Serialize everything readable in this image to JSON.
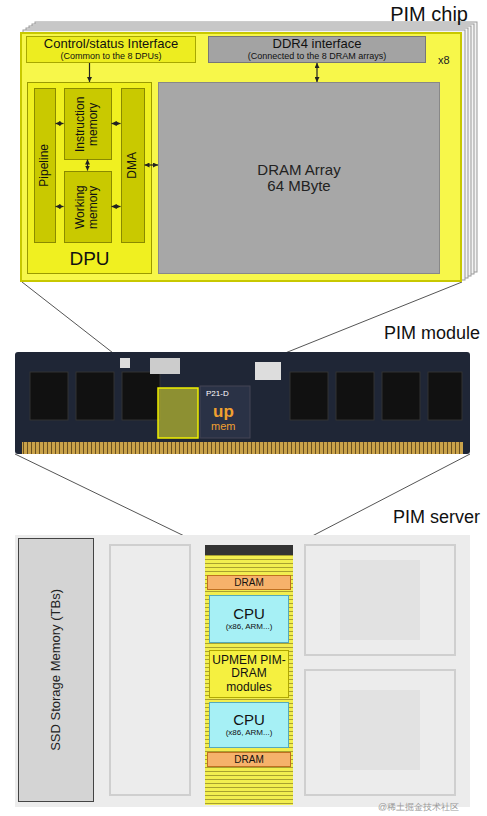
{
  "diagram": {
    "nodes": [
      {
        "text": [
          "PIM chip"
        ]
      },
      {
        "text": [
          "Control/status Interface",
          "(Common to the 8 DPUs)"
        ],
        "in": 0
      },
      {
        "text": [
          "DDR4 interface",
          "(Connected to the 8 DRAM arrays)"
        ],
        "in": 0
      },
      {
        "text": [
          "DPU"
        ],
        "in": 0
      },
      {
        "text": [
          "Pipeline"
        ],
        "in": 3
      },
      {
        "text": [
          "Instruction memory"
        ],
        "in": 3
      },
      {
        "text": [
          "Working memory"
        ],
        "in": 3
      },
      {
        "text": [
          "DMA"
        ],
        "in": 3
      },
      {
        "text": [
          "DRAM Array 64 MByte"
        ],
        "in": 0
      },
      {
        "text": [
          "PIM module"
        ]
      },
      {
        "text": [
          "PIM server"
        ]
      },
      {
        "text": [
          "SSD Storage Memory (TBs)"
        ],
        "in": 10
      },
      {
        "text": [
          "DRAM"
        ],
        "in": 10
      },
      {
        "text": [
          "CPU",
          "(x86, ARM...)"
        ],
        "in": 10
      },
      {
        "text": [
          "UPMEM PIM-DRAM modules"
        ],
        "in": 10
      },
      {
        "text": [
          "CPU",
          "(x86, ARM...)"
        ],
        "in": 10
      },
      {
        "text": [
          "DRAM"
        ],
        "in": 10
      }
    ],
    "edges": [
      {
        "from": 1,
        "to": 3,
        "arrow": "to"
      },
      {
        "from": 2,
        "to": 8,
        "arrow": "both"
      },
      {
        "from": 4,
        "to": 5,
        "arrow": "both"
      },
      {
        "from": 4,
        "to": 6,
        "arrow": "both"
      },
      {
        "from": 5,
        "to": 6,
        "arrow": "both"
      },
      {
        "from": 5,
        "to": 7,
        "arrow": "both"
      },
      {
        "from": 6,
        "to": 7,
        "arrow": "both"
      },
      {
        "from": 7,
        "to": 8,
        "arrow": "both"
      }
    ],
    "labels": [
      "x8",
      "P21-D",
      "up",
      "mem",
      "@稀土掘金技术社区"
    ]
  }
}
